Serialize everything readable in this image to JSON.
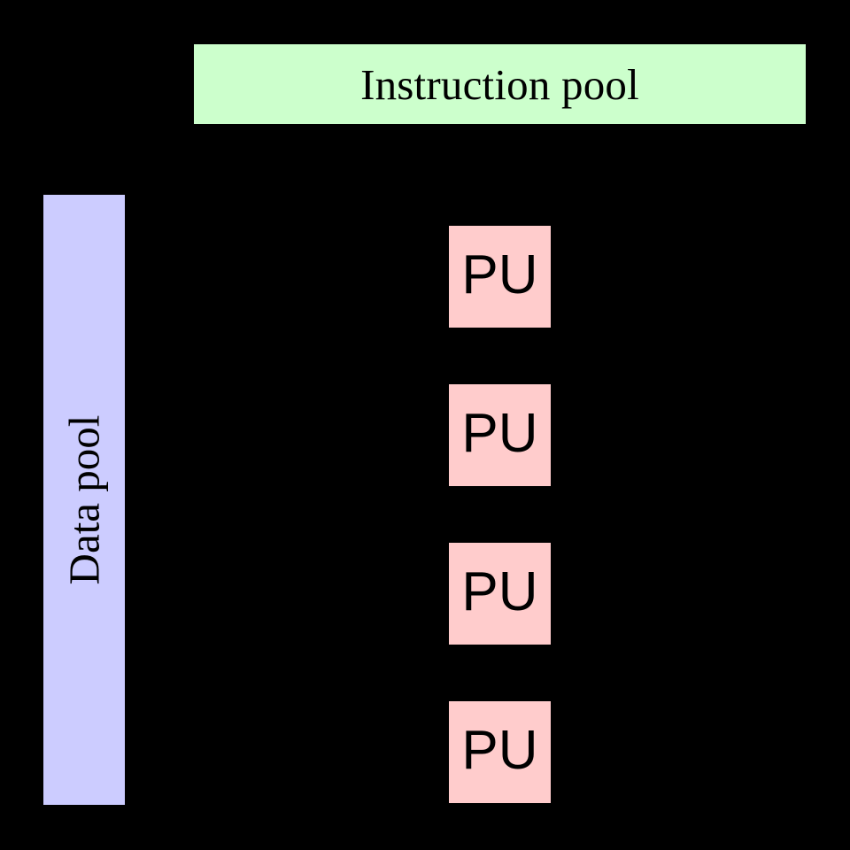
{
  "diagram": {
    "type": "flynn-taxonomy-simd",
    "background_color": "#000000",
    "text_color": "#000000"
  },
  "instruction_pool": {
    "label": "Instruction pool",
    "fill_color": "#ccffcc"
  },
  "data_pool": {
    "label": "Data pool",
    "fill_color": "#ccccff",
    "orientation": "vertical-bottom-to-top"
  },
  "processing_units": {
    "fill_color": "#ffcccc",
    "count": 4,
    "items": [
      {
        "label": "PU"
      },
      {
        "label": "PU"
      },
      {
        "label": "PU"
      },
      {
        "label": "PU"
      }
    ]
  }
}
